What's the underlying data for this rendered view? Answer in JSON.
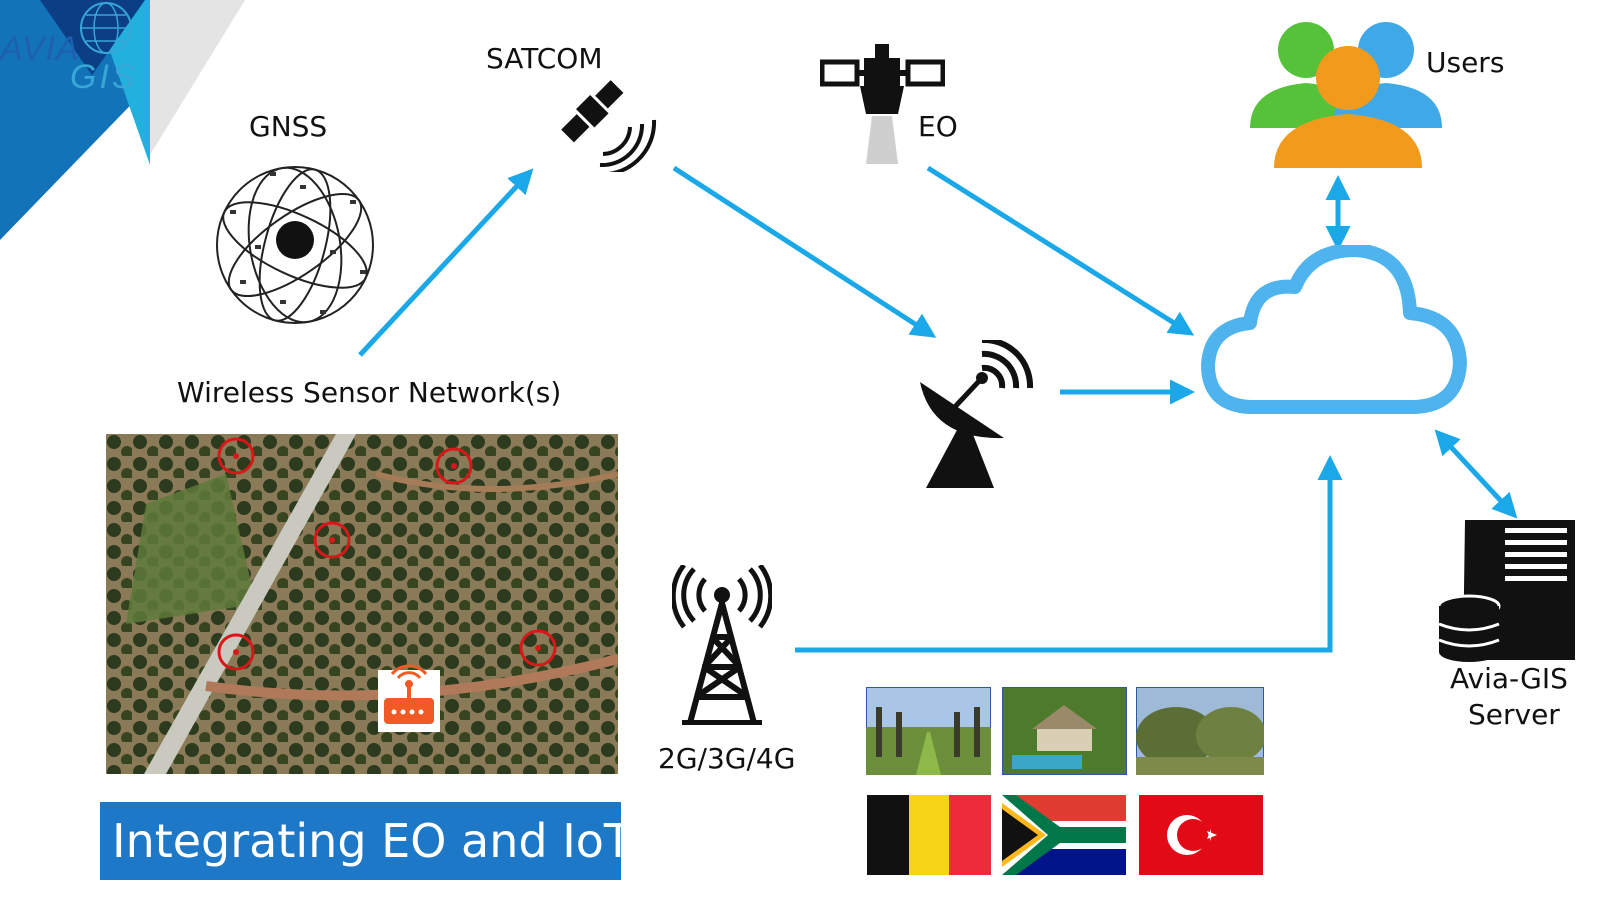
{
  "labels": {
    "gnss": "GNSS",
    "satcom": "SATCOM",
    "eo": "EO",
    "users": "Users",
    "wsn": "Wireless Sensor Network(s)",
    "cellular": "2G/3G/4G",
    "server_line1": "Avia-GIS",
    "server_line2": "Server"
  },
  "banner": {
    "title": "Integrating EO and IoT"
  },
  "logo": {
    "text_top": "AVIA",
    "text_bottom": "GIS"
  },
  "flags": [
    "Belgium",
    "South Africa",
    "Turkey"
  ],
  "colors": {
    "arrow": "#1ba8e8",
    "banner_bg": "#1e78c8",
    "cloud_stroke": "#4fb4ee",
    "sensor_marker": "#d81818",
    "gateway": "#f15a24"
  }
}
